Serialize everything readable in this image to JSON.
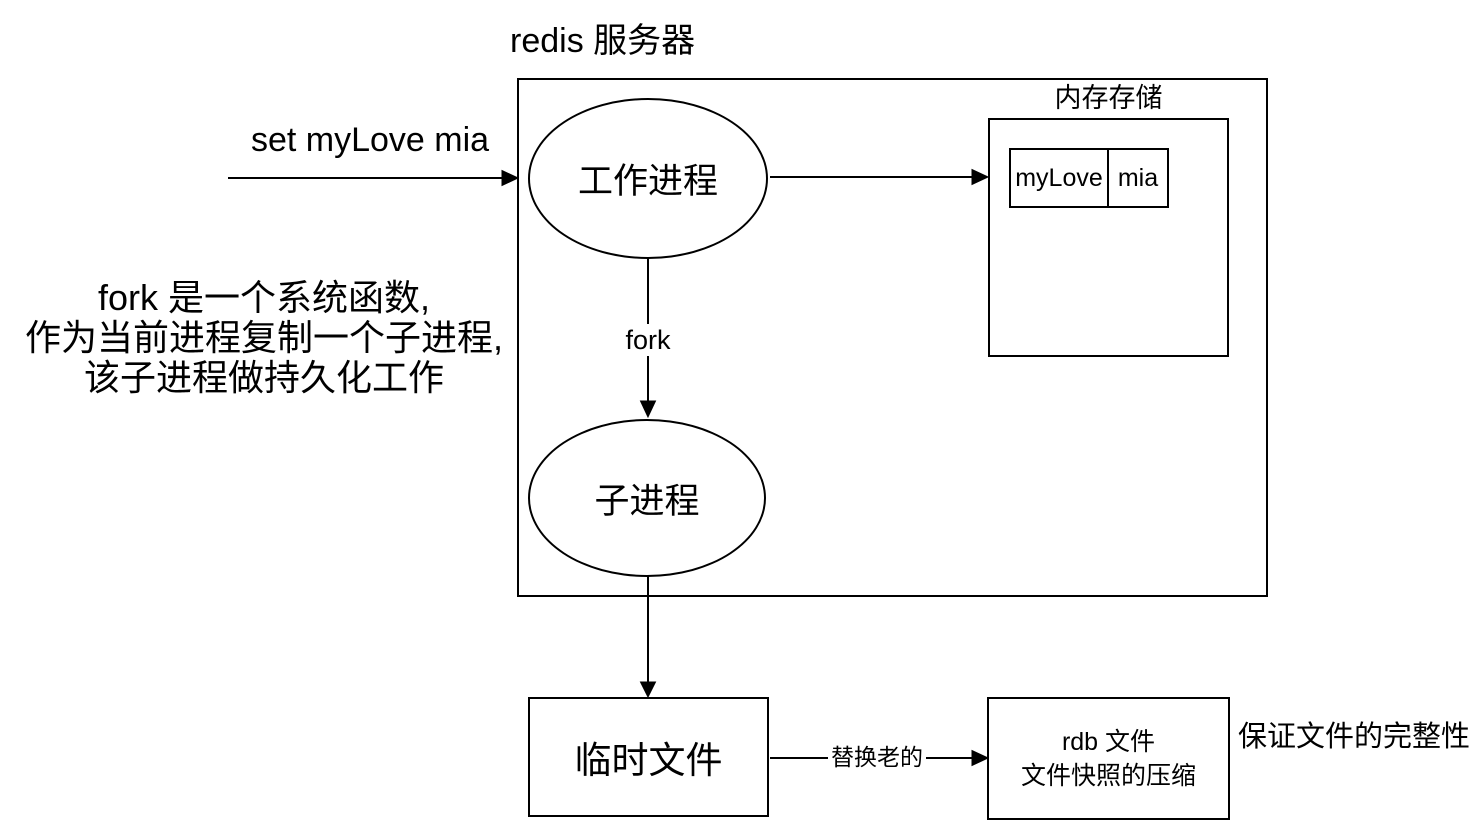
{
  "diagram": {
    "title": "redis 服务器",
    "worker_process": {
      "label": "工作进程"
    },
    "child_process": {
      "label": "子进程"
    },
    "memory": {
      "label": "内存存储",
      "kv_table": {
        "key": "myLove",
        "value": "mia"
      }
    },
    "set_command": {
      "label": "set myLove mia"
    },
    "fork_arrow": {
      "label": "fork"
    },
    "fork_note": {
      "lines": [
        "fork 是一个系统函数,",
        "作为当前进程复制一个子进程,",
        "该子进程做持久化工作"
      ]
    },
    "temp_file": {
      "label": "临时文件"
    },
    "rdb_file": {
      "lines": [
        "rdb 文件",
        "文件快照的压缩"
      ]
    },
    "replace_arrow": {
      "label": "替换老的"
    },
    "integrity_note": {
      "label": "保证文件的完整性"
    },
    "colors": {
      "line": "#000000",
      "background": "#ffffff",
      "text": "#000000"
    }
  }
}
